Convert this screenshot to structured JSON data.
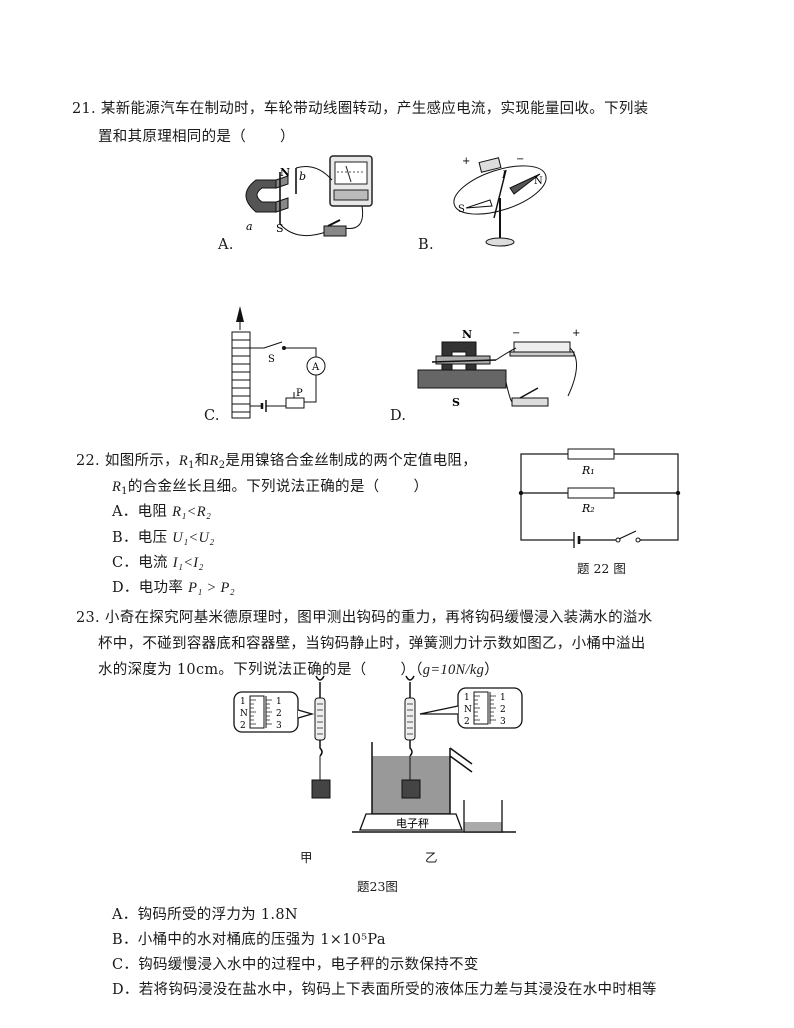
{
  "q21": {
    "number": "21.",
    "stem_line1": "某新能源汽车在制动时，车轮带动线圈转动，产生感应电流，实现能量回收。下列装",
    "stem_line2": "置和其原理相同的是（",
    "stem_close": "）",
    "options": [
      "A.",
      "B.",
      "C.",
      "D."
    ],
    "fig_a_labels": {
      "n": "N",
      "b": "b",
      "a": "a",
      "s": "S"
    },
    "fig_b_labels": {
      "plus": "+",
      "minus": "−",
      "i": "I",
      "n": "N",
      "s": "S"
    },
    "fig_c_labels": {
      "s": "S",
      "a": "A",
      "p": "P"
    },
    "fig_d_labels": {
      "n": "N",
      "s": "S",
      "minus": "−",
      "plus": "+"
    }
  },
  "q22": {
    "number": "22.",
    "line1_a": "如图所示，",
    "r1": "R",
    "r1_sub": "1",
    "line1_b": "和",
    "r2": "R",
    "r2_sub": "2",
    "line1_c": "是用镍铬合金丝制成的两个定值电阻，",
    "line2_b": "的合金丝长且细。下列说法正确的是（",
    "line2_close": "）",
    "options": [
      {
        "label": "A．",
        "text": "电阻",
        "expr": "R₁<R₂"
      },
      {
        "label": "B．",
        "text": "电压",
        "expr": "U₁<U₂"
      },
      {
        "label": "C．",
        "text": "电流",
        "expr": "I₁<I₂"
      },
      {
        "label": "D．",
        "text": "电功率",
        "expr": "P₁ > P₂"
      }
    ],
    "fig_r1": "R₁",
    "fig_r2": "R₂",
    "caption": "题 22 图"
  },
  "q23": {
    "number": "23.",
    "stem_line1": "小奇在探究阿基米德原理时，图甲测出钩码的重力，再将钩码缓慢浸入装满水的溢水",
    "stem_line2": "杯中，不碰到容器底和容器壁，当钩码静止时，弹簧测力计示数如图乙，小桶中溢出",
    "stem_line3": "水的深度为 10cm。下列说法正确的是（",
    "stem_line3_close": "）（",
    "g_note": "g=10N/kg",
    "stem_line3_end": "）",
    "scale_nums": [
      "1",
      "2",
      "3"
    ],
    "scale_unit": "N",
    "balance_label": "电子秤",
    "fig_jia": "甲",
    "fig_yi": "乙",
    "caption": "题23图",
    "options": [
      {
        "label": "A．",
        "text": "钩码所受的浮力为 1.8N"
      },
      {
        "label": "B．",
        "text": "小桶中的水对桶底的压强为 1×10⁵Pa"
      },
      {
        "label": "C．",
        "text": "钩码缓慢浸入水中的过程中，电子秤的示数保持不变"
      },
      {
        "label": "D．",
        "text": "若将钩码浸没在盐水中，钩码上下表面所受的液体压力差与其浸没在水中时相等"
      }
    ]
  }
}
